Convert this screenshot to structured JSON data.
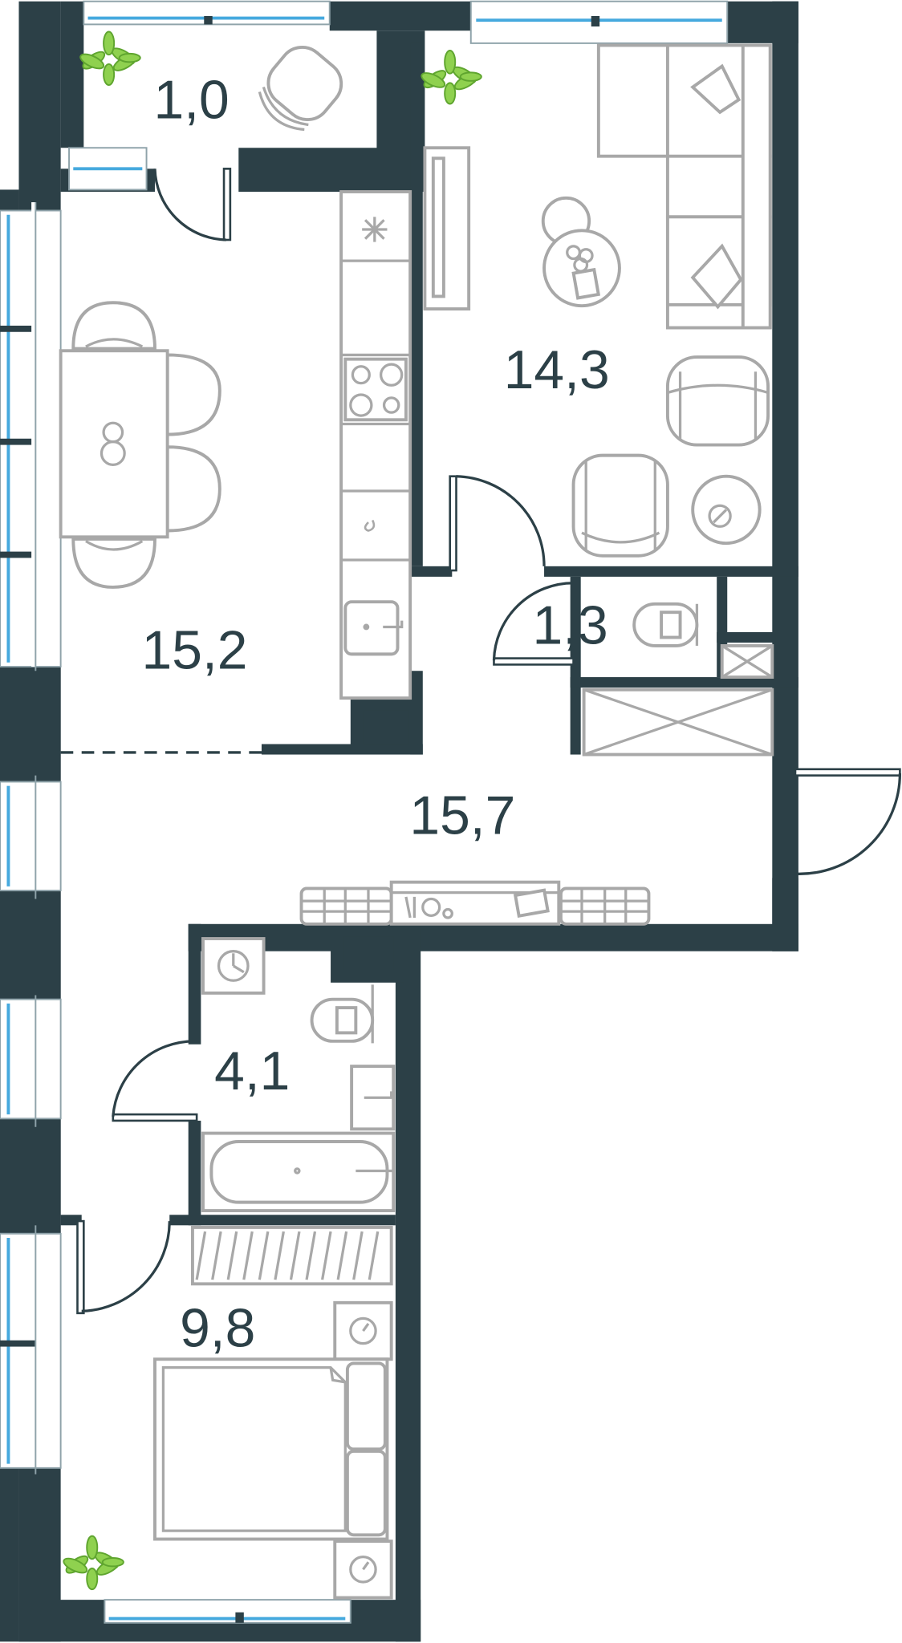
{
  "rooms": {
    "balcony": "1,0",
    "living_room": "14,3",
    "kitchen": "15,2",
    "toilet": "1,3",
    "hallway": "15,7",
    "bathroom": "4,1",
    "bedroom": "9,8"
  },
  "colors": {
    "wall": "#2c4047",
    "window_glass": "#45a9de",
    "furniture_line": "#a8a8a8",
    "plant": "#8fd14f"
  }
}
